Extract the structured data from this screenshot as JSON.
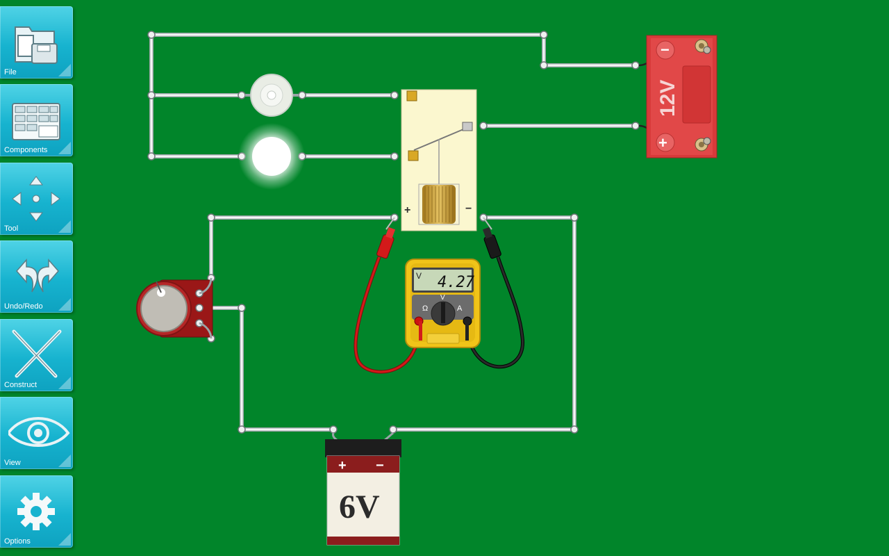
{
  "sidebar": {
    "buttons": [
      {
        "label": "File",
        "icon": "folder-floppy-icon"
      },
      {
        "label": "Components",
        "icon": "component-grid-icon"
      },
      {
        "label": "Tool",
        "icon": "move-arrows-icon"
      },
      {
        "label": "Undo/Redo",
        "icon": "undo-redo-icon"
      },
      {
        "label": "Construct",
        "icon": "screwdriver-cross-icon"
      },
      {
        "label": "View",
        "icon": "eye-icon"
      },
      {
        "label": "Options",
        "icon": "gear-icon"
      }
    ]
  },
  "circuit": {
    "battery_12v": {
      "label": "12V",
      "plus": "+",
      "minus": "−"
    },
    "battery_6v": {
      "label": "6V",
      "plus": "+",
      "minus": "−"
    },
    "relay": {
      "plus": "+",
      "minus": "−"
    },
    "multimeter": {
      "mode": "V",
      "reading": "4.27",
      "dial_left": "Ω",
      "dial_top": "V",
      "dial_right": "A"
    }
  },
  "colors": {
    "board": "#01852a",
    "sidebar_button": "#17b3cf",
    "battery_12v": "#d83a3a",
    "battery_6v_band": "#8b1d1d",
    "multimeter_body": "#f1c419"
  }
}
